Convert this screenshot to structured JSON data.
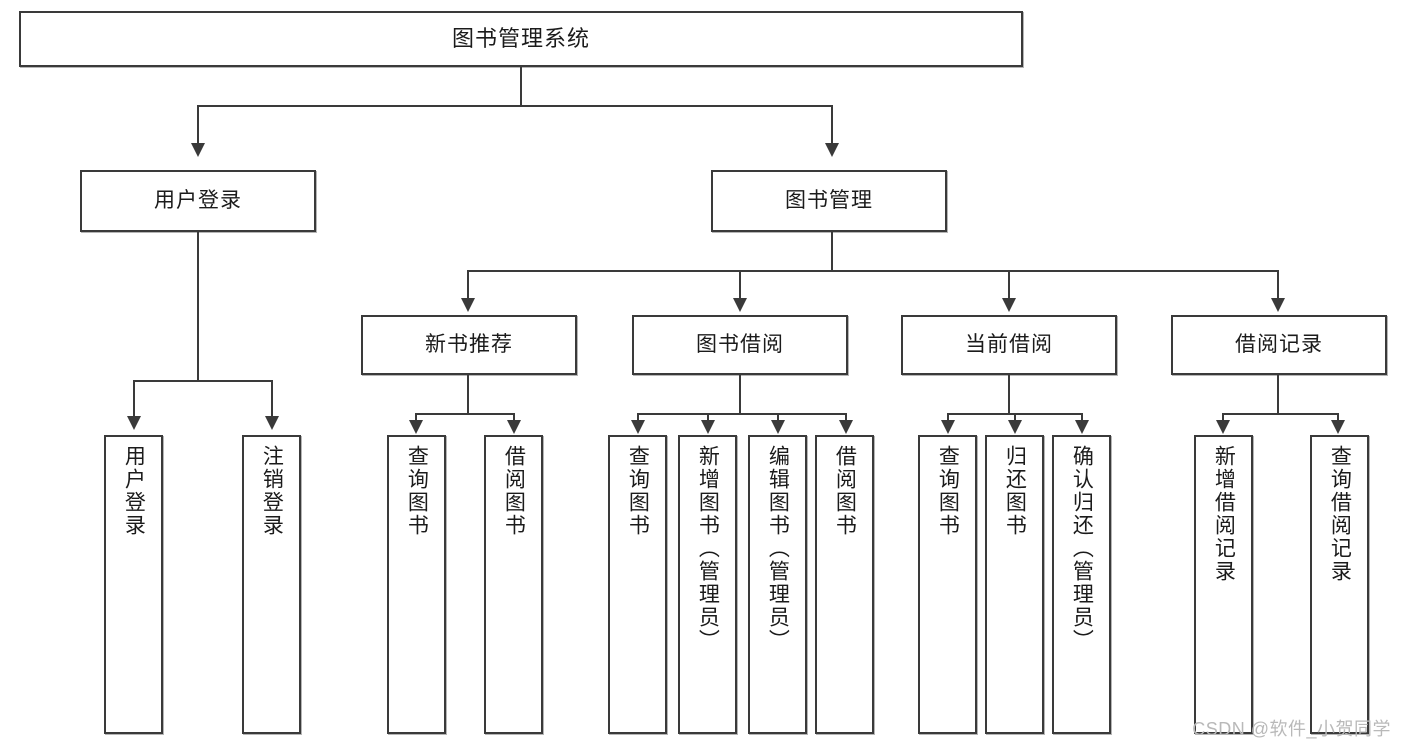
{
  "diagram": {
    "title": "图书管理系统",
    "root": {
      "label": "图书管理系统"
    },
    "level2": [
      {
        "label": "用户登录"
      },
      {
        "label": "图书管理"
      }
    ],
    "level3": [
      {
        "label": "新书推荐"
      },
      {
        "label": "图书借阅"
      },
      {
        "label": "当前借阅"
      },
      {
        "label": "借阅记录"
      }
    ],
    "leaves": {
      "user_login": [
        {
          "label": "用户登录"
        },
        {
          "label": "注销登录"
        }
      ],
      "new_book_recommend": [
        {
          "label": "查询图书"
        },
        {
          "label": "借阅图书"
        }
      ],
      "book_borrow": [
        {
          "label": "查询图书"
        },
        {
          "label": "新增图书（管理员）"
        },
        {
          "label": "编辑图书（管理员）"
        },
        {
          "label": "借阅图书"
        }
      ],
      "current_borrow": [
        {
          "label": "查询图书"
        },
        {
          "label": "归还图书"
        },
        {
          "label": "确认归还（管理员）"
        }
      ],
      "borrow_record": [
        {
          "label": "新增借阅记录"
        },
        {
          "label": "查询借阅记录"
        }
      ]
    }
  },
  "watermark": {
    "text": "CSDN @软件_小贺同学"
  },
  "colors": {
    "stroke": "#3a3a3a",
    "text": "#1b1b1b",
    "background": "#ffffff",
    "watermark": "#b9b9b9"
  }
}
